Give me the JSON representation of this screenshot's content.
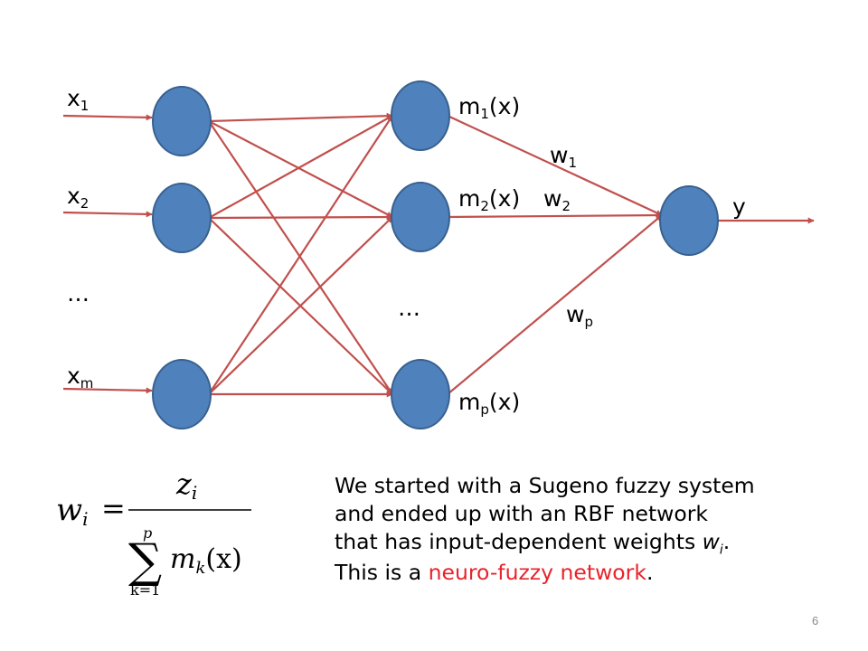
{
  "diagram": {
    "inputs": [
      {
        "base": "x",
        "sub": "1"
      },
      {
        "base": "x",
        "sub": "2"
      },
      {
        "ellipsis": "…"
      },
      {
        "base": "x",
        "sub": "m"
      }
    ],
    "hidden": [
      {
        "base": "m",
        "sub": "1",
        "tail": "(x)"
      },
      {
        "base": "m",
        "sub": "2",
        "tail": "(x)"
      },
      {
        "ellipsis": "…"
      },
      {
        "base": "m",
        "sub": "p",
        "tail": "(x)"
      }
    ],
    "weights": [
      {
        "base": "w",
        "sub": "1"
      },
      {
        "base": "w",
        "sub": "2"
      },
      {
        "base": "w",
        "sub": "p"
      }
    ],
    "output": "y",
    "colors": {
      "node_fill": "#4f81bd",
      "node_stroke": "#38618f",
      "edge": "#c0504d"
    }
  },
  "formula": {
    "lhs": "w",
    "lhs_sub": "i",
    "equals": "=",
    "numerator": "z",
    "numerator_sub": "i",
    "sum_symbol": "∑",
    "sum_upper": "p",
    "sum_lower": "k=1",
    "term": "m",
    "term_sub": "k",
    "term_arg": "(x)"
  },
  "caption": {
    "line1": "We started with a Sugeno fuzzy system",
    "line2": "and ended up with an RBF network",
    "line3_pre": "that has input-dependent weights ",
    "line3_var": "w",
    "line3_sub": "i",
    "line3_post": ".",
    "line4_pre": "This is a ",
    "line4_accent": "neuro-fuzzy network",
    "line4_post": ".",
    "accent_color": "#e8232b"
  },
  "page_number": "6"
}
